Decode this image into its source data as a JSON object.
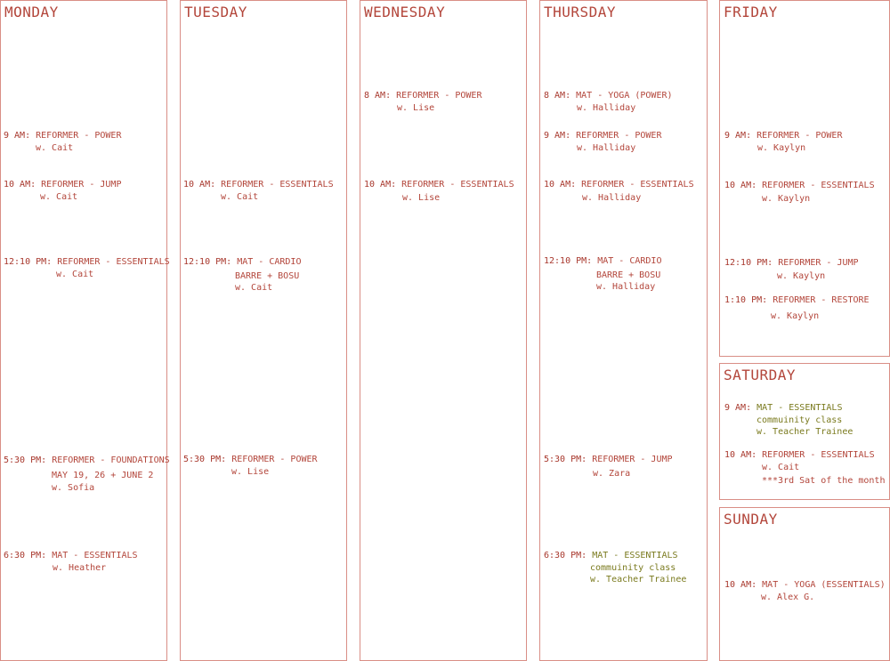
{
  "days": {
    "monday": {
      "name": "MONDAY",
      "classes": [
        {
          "time": "9 AM:",
          "title": "REFORMER - POWER",
          "lines": [
            "w. Cait"
          ]
        },
        {
          "time": "10 AM:",
          "title": "REFORMER - JUMP",
          "lines": [
            "w. Cait"
          ]
        },
        {
          "time": "12:10 PM:",
          "title": "REFORMER - ESSENTIALS",
          "lines": [
            "w. Cait"
          ]
        },
        {
          "time": "5:30 PM:",
          "title": "REFORMER - FOUNDATIONS",
          "lines": [
            "MAY 19, 26 + JUNE 2",
            "w. Sofia"
          ]
        },
        {
          "time": "6:30 PM:",
          "title": "MAT - ESSENTIALS",
          "lines": [
            "w. Heather"
          ]
        }
      ]
    },
    "tuesday": {
      "name": "TUESDAY",
      "classes": [
        {
          "time": "10 AM:",
          "title": "REFORMER - ESSENTIALS",
          "lines": [
            "w. Cait"
          ]
        },
        {
          "time": "12:10 PM:",
          "title": "MAT - CARDIO",
          "lines": [
            "BARRE + BOSU",
            "w. Cait"
          ]
        },
        {
          "time": "5:30 PM:",
          "title": "REFORMER - POWER",
          "lines": [
            "w. Lise"
          ]
        }
      ]
    },
    "wednesday": {
      "name": "WEDNESDAY",
      "classes": [
        {
          "time": "8 AM:",
          "title": "REFORMER - POWER",
          "lines": [
            "w. Lise"
          ]
        },
        {
          "time": "10 AM:",
          "title": "REFORMER - ESSENTIALS",
          "lines": [
            "w. Lise"
          ]
        }
      ]
    },
    "thursday": {
      "name": "THURSDAY",
      "classes": [
        {
          "time": "8 AM:",
          "title": "MAT - YOGA (POWER)",
          "lines": [
            "w. Halliday"
          ]
        },
        {
          "time": "9 AM:",
          "title": "REFORMER - POWER",
          "lines": [
            "w. Halliday"
          ]
        },
        {
          "time": "10 AM:",
          "title": "REFORMER - ESSENTIALS",
          "lines": [
            "w. Halliday"
          ]
        },
        {
          "time": "12:10 PM:",
          "title": "MAT - CARDIO",
          "lines": [
            "BARRE + BOSU",
            "w. Halliday"
          ]
        },
        {
          "time": "5:30 PM:",
          "title": "REFORMER - JUMP",
          "lines": [
            "w. Zara"
          ]
        },
        {
          "time": "6:30 PM:",
          "title": "MAT - ESSENTIALS",
          "lines": [
            "commuinity class",
            "w. Teacher Trainee"
          ]
        }
      ]
    },
    "friday": {
      "name": "FRIDAY",
      "classes": [
        {
          "time": "9 AM:",
          "title": "REFORMER - POWER",
          "lines": [
            "w. Kaylyn"
          ]
        },
        {
          "time": "10 AM:",
          "title": "REFORMER - ESSENTIALS",
          "lines": [
            "w. Kaylyn"
          ]
        },
        {
          "time": "12:10 PM:",
          "title": "REFORMER - JUMP",
          "lines": [
            "w. Kaylyn"
          ]
        },
        {
          "time": "1:10 PM:",
          "title": "REFORMER - RESTORE",
          "lines": [
            "w. Kaylyn"
          ]
        }
      ]
    },
    "saturday": {
      "name": "SATURDAY",
      "classes": [
        {
          "time": "9 AM:",
          "title": "MAT - ESSENTIALS",
          "lines": [
            "commuinity class",
            "w. Teacher Trainee"
          ]
        },
        {
          "time": "10 AM:",
          "title": "REFORMER - ESSENTIALS",
          "lines": [
            "w. Cait",
            "***3rd Sat of the month"
          ]
        }
      ]
    },
    "sunday": {
      "name": "SUNDAY",
      "classes": [
        {
          "time": "10 AM:",
          "title": "MAT - YOGA (ESSENTIALS)",
          "lines": [
            "w. Alex G."
          ]
        }
      ]
    }
  },
  "colors": {
    "accent": "#b3463b",
    "border": "#d98e86",
    "community": "#7a7a1e"
  }
}
